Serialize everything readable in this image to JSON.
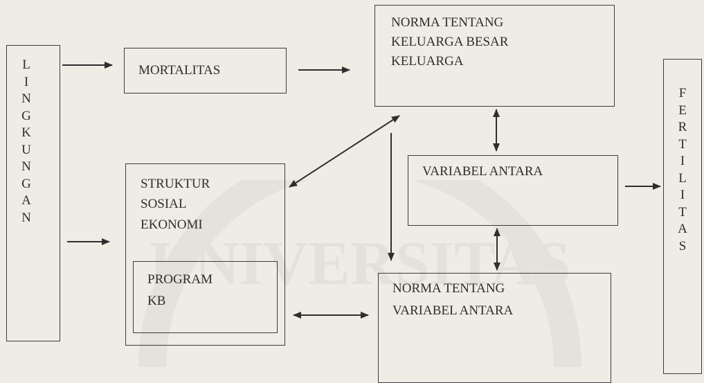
{
  "left_column": {
    "letters": [
      "L",
      "I",
      "N",
      "G",
      "K",
      "U",
      "N",
      "G",
      "A",
      "N"
    ]
  },
  "right_column": {
    "letters": [
      "F",
      "E",
      "R",
      "T",
      "I",
      "L",
      "I",
      "T",
      "A",
      "S"
    ]
  },
  "boxes": {
    "mortalitas": "MORTALITAS",
    "norma_keluarga": [
      "NORMA TENTANG",
      "KELUARGA BESAR",
      "KELUARGA"
    ],
    "struktur": [
      "STRUKTUR",
      "SOSIAL",
      "EKONOMI"
    ],
    "program": [
      "PROGRAM",
      "KB"
    ],
    "variabel_antara": "VARIABEL ANTARA",
    "norma_variabel": [
      "NORMA TENTANG",
      "VARIABEL ANTARA"
    ]
  },
  "watermark": {
    "text": "UNIVERSITAS"
  }
}
